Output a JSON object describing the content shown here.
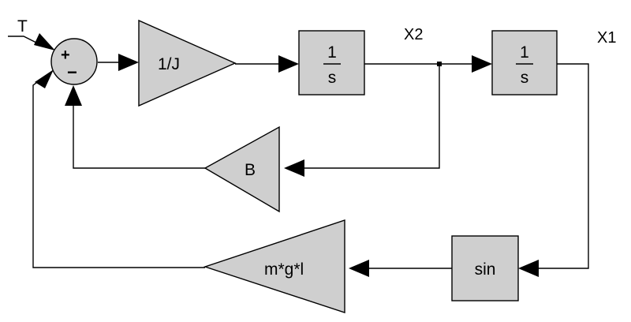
{
  "diagram": {
    "input_label": "T",
    "sum_signs": {
      "top": "+",
      "bottom": "−"
    },
    "gain_inverse_inertia": "1/J",
    "integrator1": {
      "num": "1",
      "den": "s"
    },
    "integrator2": {
      "num": "1",
      "den": "s"
    },
    "state_x2": "X2",
    "state_x1": "X1",
    "gain_damping": "B",
    "gain_gravity": "m*g*l",
    "nonlinearity": "sin"
  }
}
